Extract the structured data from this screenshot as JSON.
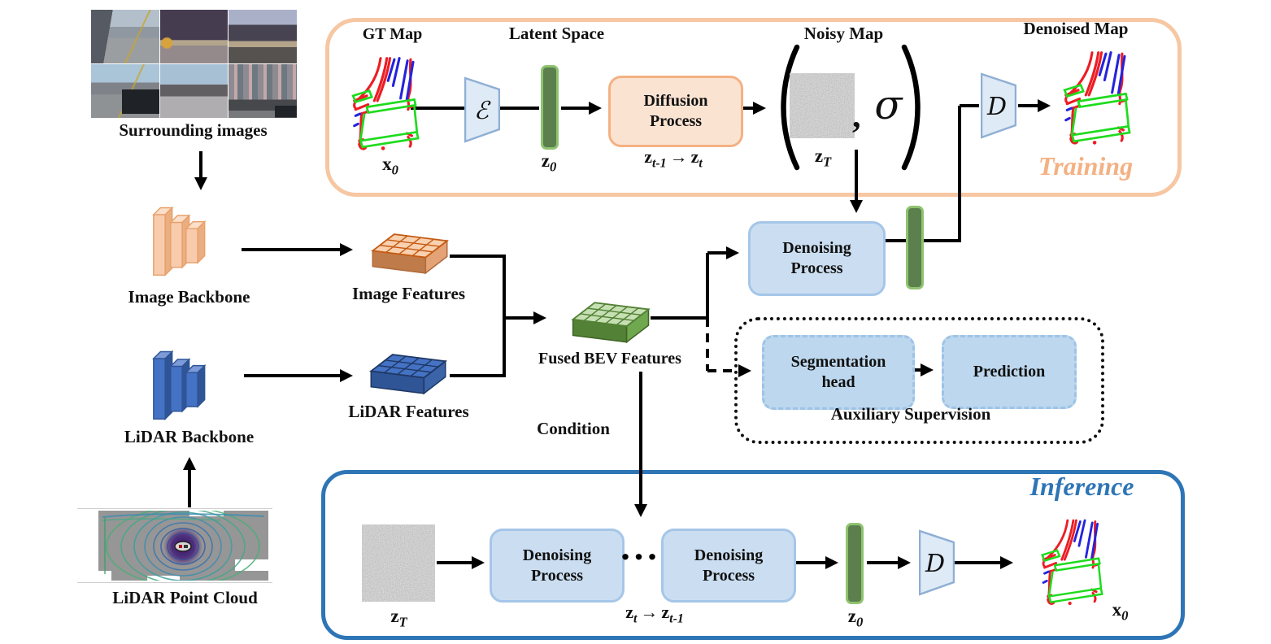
{
  "labels": {
    "surrounding_images": "Surrounding images",
    "image_backbone": "Image Backbone",
    "image_features": "Image Features",
    "lidar_backbone": "LiDAR Backbone",
    "lidar_features": "LiDAR Features",
    "lidar_point_cloud": "LiDAR Point Cloud",
    "fused_bev": "Fused BEV Features",
    "condition": "Condition"
  },
  "training": {
    "box_label": "Training",
    "gt_map": "GT Map",
    "latent_space": "Latent Space",
    "noisy_map": "Noisy Map",
    "denoised_map": "Denoised Map",
    "encoder_symbol": "ℰ",
    "decoder_symbol": "D",
    "diffusion": {
      "line1": "Diffusion",
      "line2": "Process"
    },
    "x0": {
      "base": "x",
      "sub": "0"
    },
    "z0": {
      "base": "z",
      "sub": "0"
    },
    "zT": {
      "base": "z",
      "sub": "T"
    },
    "sigma": "σ",
    "comma": ",",
    "transition": {
      "b1": "z",
      "s1": "t-1",
      "arrow": "→",
      "b2": "z",
      "s2": "t"
    }
  },
  "denoising_main": {
    "line1": "Denoising",
    "line2": "Process"
  },
  "auxiliary": {
    "seg": {
      "line1": "Segmentation",
      "line2": "head"
    },
    "prediction": "Prediction",
    "caption": "Auxiliary Supervision"
  },
  "inference": {
    "box_label": "Inference",
    "zT": {
      "base": "z",
      "sub": "T"
    },
    "den1": {
      "line1": "Denoising",
      "line2": "Process"
    },
    "den2": {
      "line1": "Denoising",
      "line2": "Process"
    },
    "dots": "...",
    "transition": {
      "b1": "z",
      "s1": "t",
      "arrow": "→",
      "b2": "z",
      "s2": "t-1"
    },
    "z0": {
      "base": "z",
      "sub": "0"
    },
    "decoder_symbol": "D",
    "x0": {
      "base": "x",
      "sub": "0"
    }
  },
  "colors": {
    "training_border": "#F6C7A2",
    "training_text": "#F4B183",
    "inference_blue": "#2E75B6",
    "process_blue_fill": "#CBDEF1",
    "process_blue_border": "#A5C6E8",
    "diffusion_fill": "#FBE3D2",
    "diffusion_border": "#F4B183",
    "latent_bar_fill": "#5B7F4D",
    "latent_bar_border": "#8FC36F",
    "aux_fill": "#BDD7EE",
    "aux_border": "#9DC3E6",
    "image_peach": "#F8CBAD",
    "lidar_blue": "#4472C4",
    "bev_green": "#538135"
  }
}
